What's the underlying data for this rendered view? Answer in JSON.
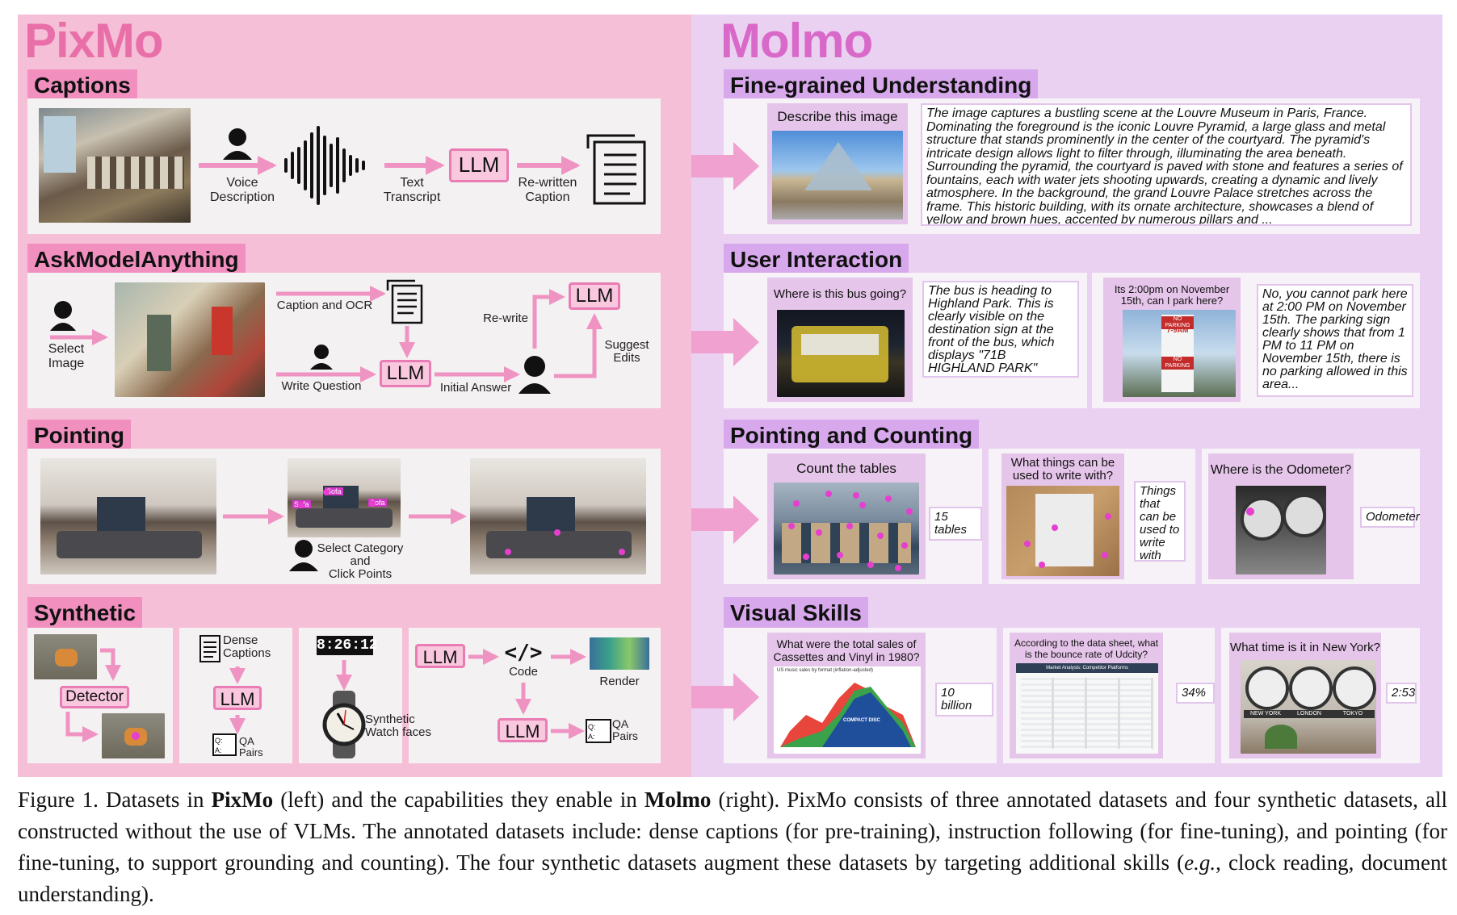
{
  "pixmo": {
    "title": "PixMo",
    "captions": {
      "section": "Captions",
      "voice_description": "Voice\nDescription",
      "text_transcript": "Text\nTranscript",
      "llm": "LLM",
      "rewritten_caption": "Re-written\nCaption"
    },
    "ask": {
      "section": "AskModelAnything",
      "select_image": "Select\nImage",
      "caption_ocr": "Caption and OCR",
      "write_question": "Write Question",
      "llm1": "LLM",
      "initial_answer": "Initial Answer",
      "rewrite": "Re-write",
      "llm2": "LLM",
      "suggest_edits": "Suggest\nEdits"
    },
    "pointing": {
      "section": "Pointing",
      "sofa1": "Sofa",
      "sofa2": "Sofa",
      "sofa3": "Sofa",
      "select_category": "Select Category\nand\nClick Points"
    },
    "synthetic": {
      "section": "Synthetic",
      "detector": "Detector",
      "dense_captions": "Dense\nCaptions",
      "llm_a": "LLM",
      "qa1": "QA\nPairs",
      "clock_time": "8:26:12",
      "watch_faces": "Synthetic\nWatch faces",
      "llm_b": "LLM",
      "code_glyph": "</>",
      "code": "Code",
      "render": "Render",
      "llm_c": "LLM",
      "qa2": "QA\nPairs",
      "qa_icon_q": "Q:",
      "qa_icon_a": "A:"
    }
  },
  "molmo": {
    "title": "Molmo",
    "fine": {
      "section": "Fine-grained Understanding",
      "question": "Describe this image",
      "answer": "The image captures a bustling scene at the Louvre Museum in Paris, France. Dominating the foreground is the iconic Louvre Pyramid, a large glass and metal structure that stands prominently in the center of the courtyard. The pyramid's intricate design allows light to filter through, illuminating the area beneath. Surrounding the pyramid, the courtyard is paved with stone and features a series of fountains, each with water jets shooting upwards, creating a dynamic and lively atmosphere. In the background, the grand Louvre Palace stretches across the frame. This historic building, with its ornate architecture, showcases a blend of yellow and brown hues, accented by numerous pillars and ..."
    },
    "user": {
      "section": "User Interaction",
      "q1": "Where is this bus going?",
      "a1": "The bus is heading to Highland Park. This is clearly visible on the destination sign at the front of the bus, which displays \"71B HIGHLAND PARK\"",
      "q2": "Its 2:00pm on November 15th, can I park here?",
      "a2": "No, you cannot park here at 2:00 PM on November 15th. The parking sign clearly shows that from 1 PM to 11 PM on November 15th, there is no parking allowed in this area...",
      "sign1": "NO PARKING",
      "sign2": "7-9AM",
      "sign3": "NO PARKING"
    },
    "counting": {
      "section": "Pointing and Counting",
      "q1": "Count the tables",
      "a1": "15 tables",
      "q2": "What things can be used to write with?",
      "a2": "Things that can be used to write with",
      "q3": "Where is the Odometer?",
      "a3": "Odometer"
    },
    "skills": {
      "section": "Visual Skills",
      "q1": "What were the total sales of Cassettes and Vinyl in 1980?",
      "a1": "10 billion",
      "chart_title": "US music sales by format (inflation-adjusted)",
      "chart_label": "COMPACT DISC",
      "q2": "According to the data sheet, what is the bounce rate of Udcity?",
      "a2": "34%",
      "sheet_title": "Market Analysis: Competitor Platforms",
      "q3": "What time is it in New York?",
      "a3": "2:53",
      "city1": "NEW YORK",
      "city2": "LONDON",
      "city3": "TOKYO"
    }
  },
  "caption": {
    "label": "Figure 1.",
    "t1": " Datasets in ",
    "b1": "PixMo",
    "t2": " (left) and the capabilities they enable in ",
    "b2": "Molmo",
    "t3": " (right). PixMo consists of three annotated datasets and four synthetic datasets, all constructed without the use of VLMs. The annotated datasets include: dense captions (for pre-training), instruction following (for fine-tuning), and pointing (for fine-tuning, to support grounding and counting). The four synthetic datasets augment these datasets by targeting additional skills (",
    "i1": "e.g.",
    "t4": ", clock reading, document understanding)."
  },
  "colors": {
    "pixmo_bg": "#f5bfd7",
    "molmo_bg": "#ead1f2",
    "pixmo_accent": "#e96fa9",
    "molmo_accent": "#d869c8",
    "arrow": "#ef94c2",
    "point": "#e63fd0"
  }
}
